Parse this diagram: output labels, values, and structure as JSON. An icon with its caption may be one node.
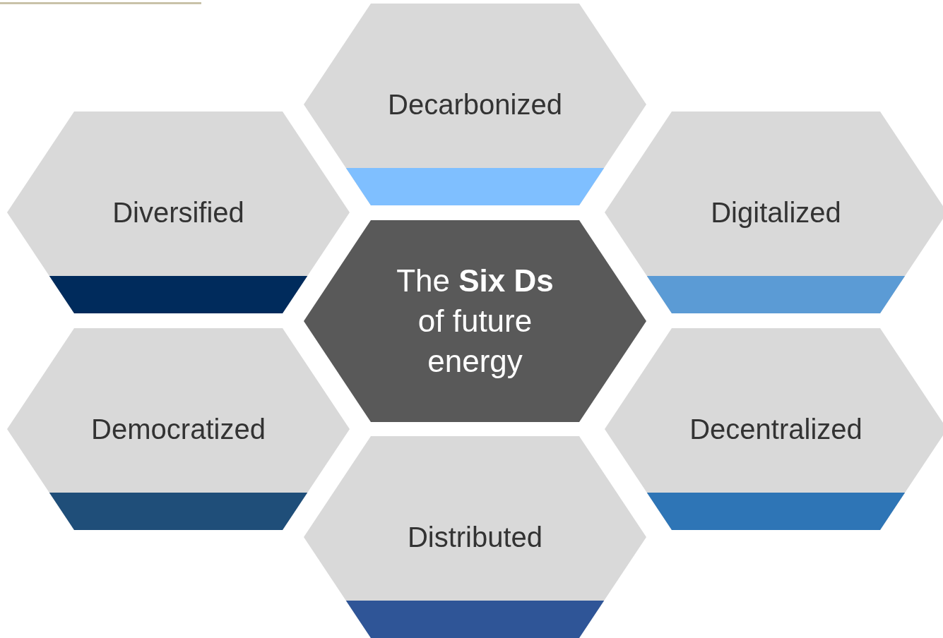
{
  "diagram": {
    "nodes": [
      {
        "text": [
          "The **Six Ds** of future energy"
        ]
      },
      {
        "text": [
          "Decarbonized"
        ]
      },
      {
        "text": [
          "Diversified"
        ]
      },
      {
        "text": [
          "Digitalized"
        ]
      },
      {
        "text": [
          "Democratized"
        ]
      },
      {
        "text": [
          "Decentralized"
        ]
      },
      {
        "text": [
          "Distributed"
        ]
      }
    ],
    "edges": []
  }
}
